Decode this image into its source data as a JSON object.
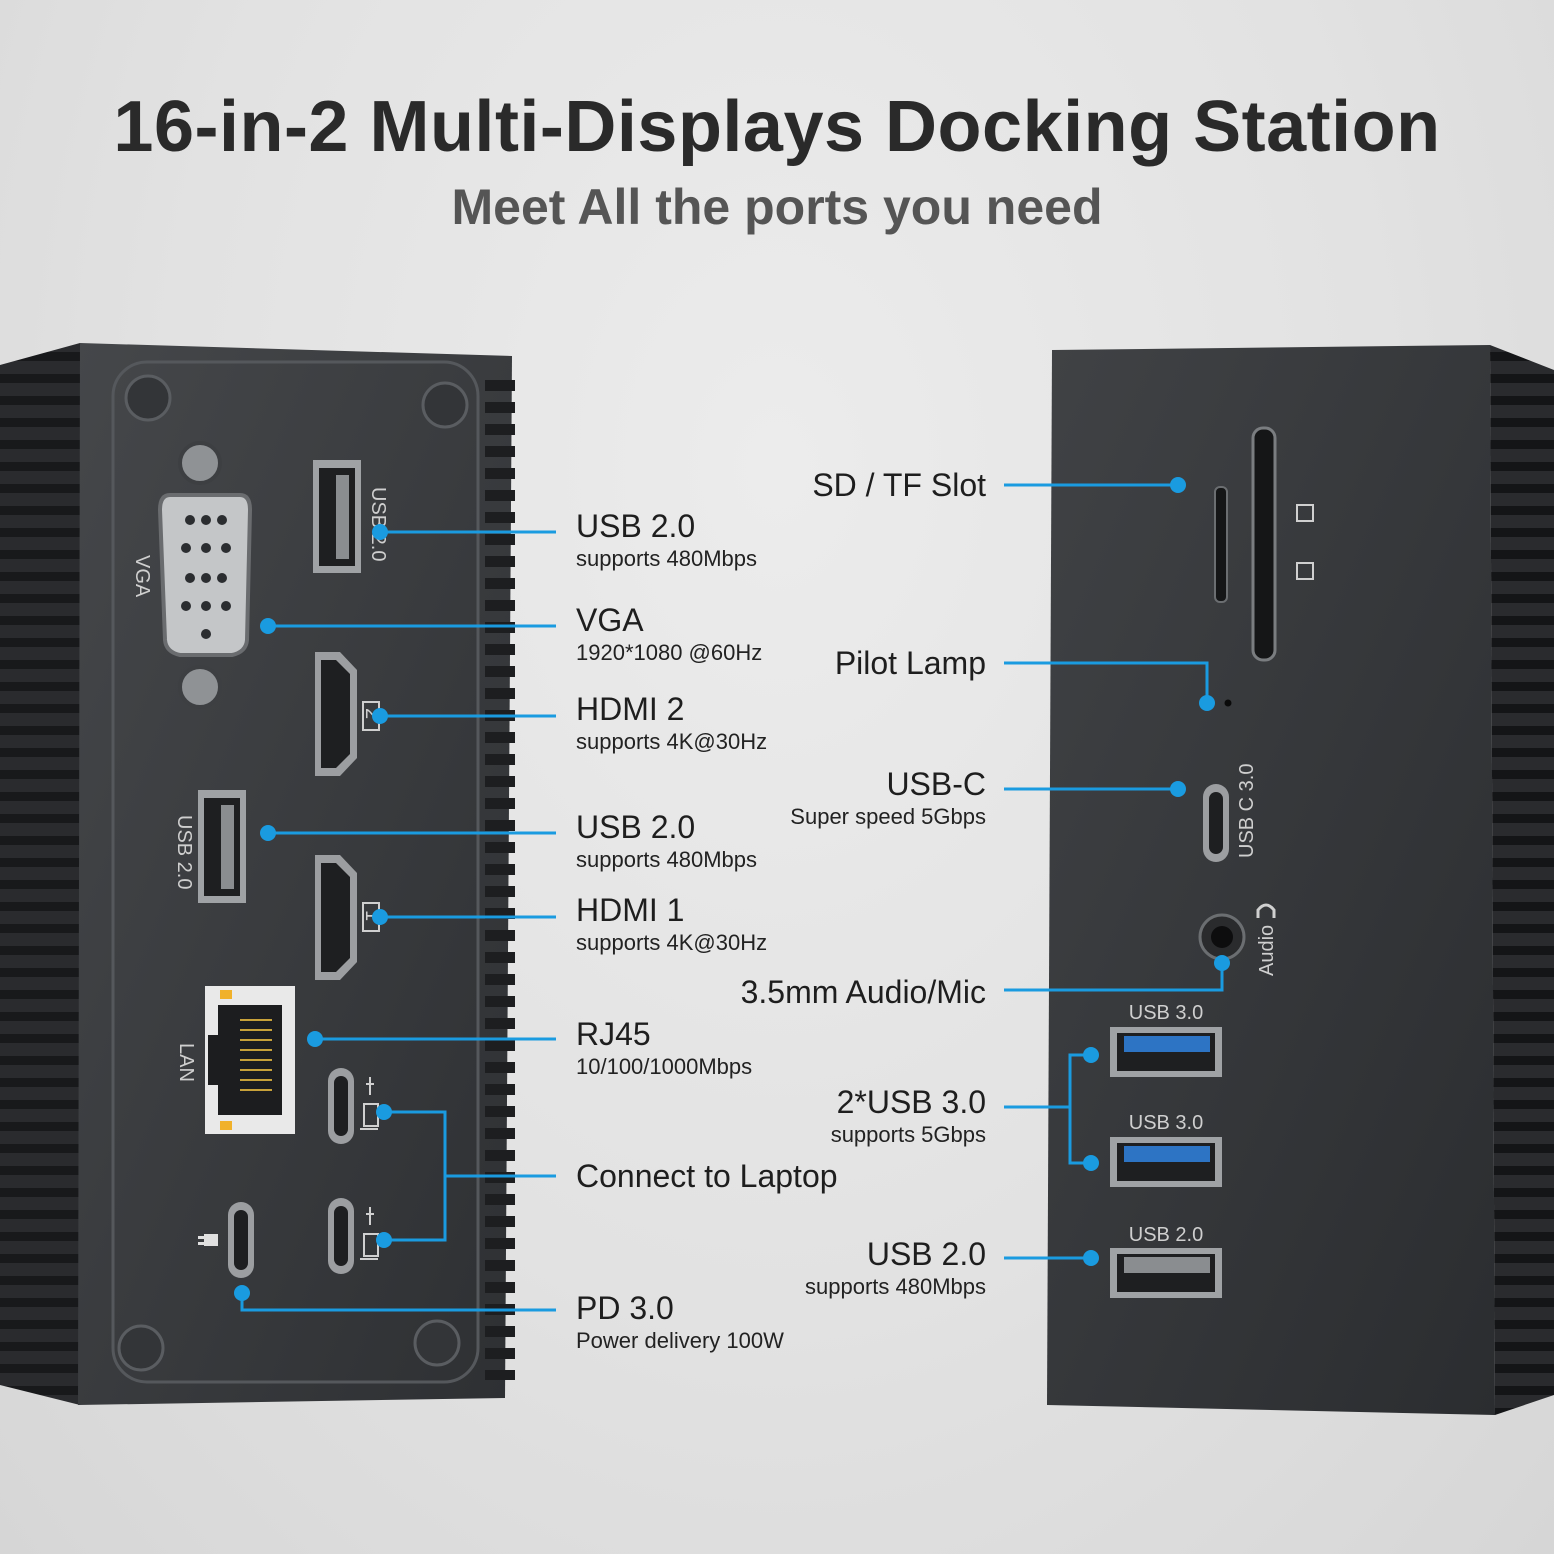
{
  "title": "16-in-2 Multi-Displays Docking Station",
  "subtitle": "Meet All the ports you need",
  "left_labels": [
    {
      "main": "USB 2.0",
      "sub": "supports 480Mbps"
    },
    {
      "main": "VGA",
      "sub": "1920*1080 @60Hz"
    },
    {
      "main": "HDMI 2",
      "sub": "supports 4K@30Hz"
    },
    {
      "main": "USB 2.0",
      "sub": "supports 480Mbps"
    },
    {
      "main": "HDMI 1",
      "sub": "supports 4K@30Hz"
    },
    {
      "main": "RJ45",
      "sub": "10/100/1000Mbps"
    },
    {
      "main": "Connect to Laptop",
      "sub": ""
    },
    {
      "main": "PD 3.0",
      "sub": "Power delivery 100W"
    }
  ],
  "right_labels": [
    {
      "main": "SD / TF Slot",
      "sub": ""
    },
    {
      "main": "Pilot Lamp",
      "sub": ""
    },
    {
      "main": "USB-C",
      "sub": "Super speed 5Gbps"
    },
    {
      "main": "3.5mm Audio/Mic",
      "sub": ""
    },
    {
      "main": "2*USB 3.0",
      "sub": "supports 5Gbps"
    },
    {
      "main": "USB 2.0",
      "sub": "supports 480Mbps"
    }
  ],
  "device_print": {
    "vga": "VGA",
    "usb2_top": "USB 2.0",
    "usb2_mid": "USB 2.0",
    "lan": "LAN",
    "hdmi2_mark": "2",
    "hdmi1_mark": "1",
    "usbc30": "USB C 3.0",
    "audio": "Audio",
    "usb30_a": "USB 3.0",
    "usb30_b": "USB 3.0",
    "usb20_right": "USB 2.0"
  },
  "colors": {
    "callout": "#1a9be0",
    "device": "#3a3c3f",
    "fin": "#1f2023"
  }
}
